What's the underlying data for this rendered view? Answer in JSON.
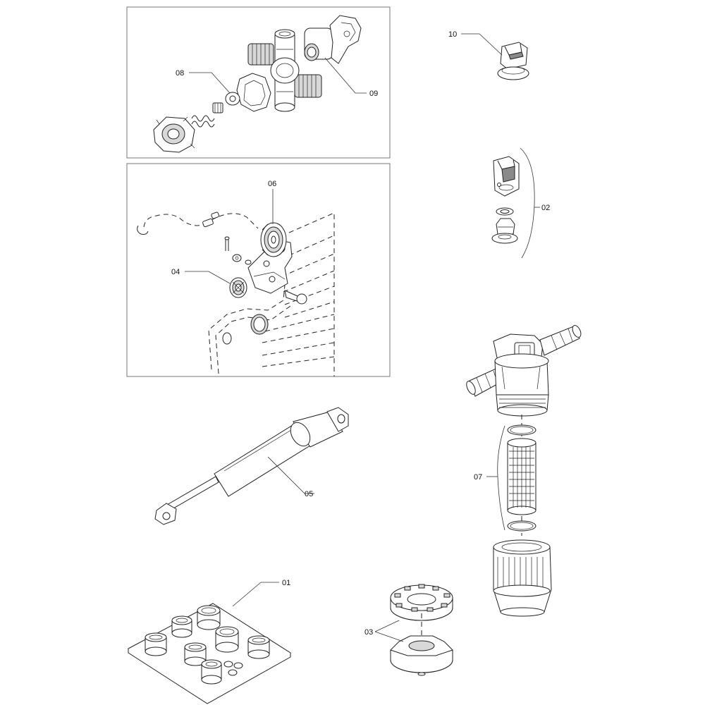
{
  "diagram": {
    "labels": {
      "p01": "01",
      "p02": "02",
      "p03": "03",
      "p04": "04",
      "p05": "05",
      "p06": "06",
      "p07": "07",
      "p08": "08",
      "p09": "09",
      "p10": "10"
    }
  }
}
